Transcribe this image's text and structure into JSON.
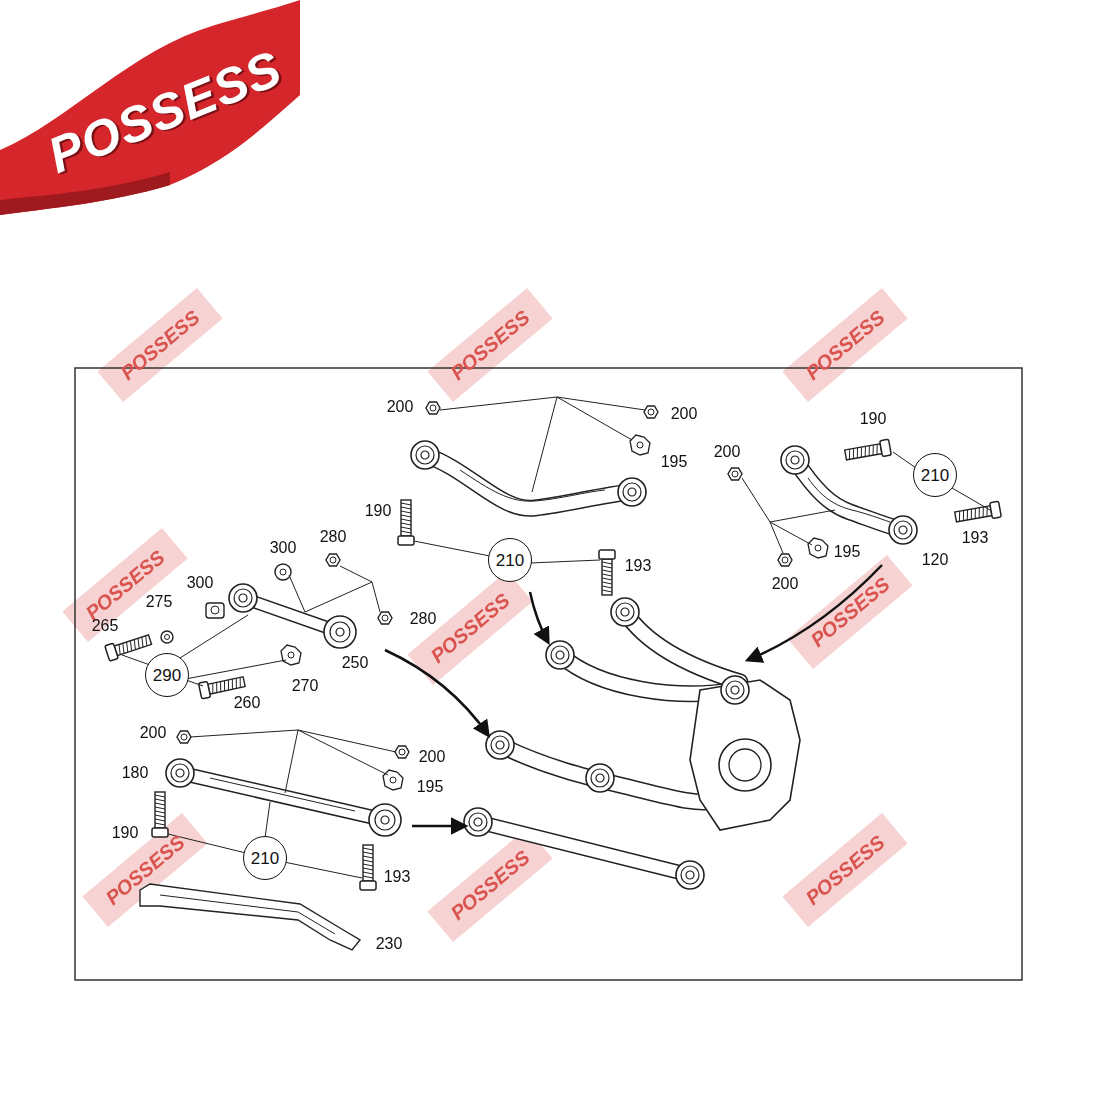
{
  "diagram": {
    "nodes": [
      {
        "text": [
          "210"
        ]
      },
      {
        "text": [
          "210"
        ]
      },
      {
        "text": [
          "290"
        ]
      },
      {
        "text": [
          "210"
        ]
      }
    ],
    "labels": [
      "POSSESS",
      "POSSESS",
      "POSSESS",
      "POSSESS",
      "POSSESS",
      "POSSESS",
      "POSSESS",
      "POSSESS",
      "POSSESS",
      "POSSESS",
      "200",
      "200",
      "195",
      "190",
      "200",
      "190",
      "193",
      "195",
      "193",
      "200",
      "120",
      "300",
      "280",
      "300",
      "275",
      "265",
      "280",
      "250",
      "270",
      "260",
      "200",
      "200",
      "180",
      "195",
      "190",
      "193",
      "230"
    ]
  }
}
